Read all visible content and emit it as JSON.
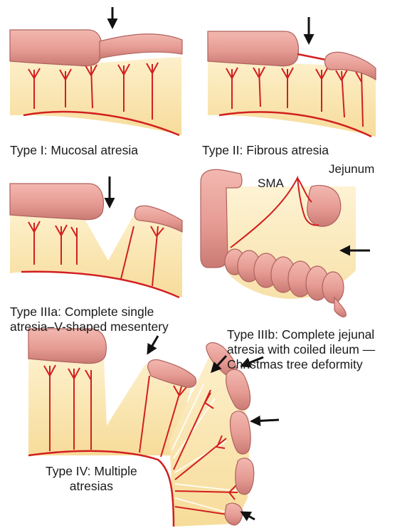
{
  "panels": {
    "type_i": {
      "caption": "Type I: Mucosal atresia"
    },
    "type_ii": {
      "caption": "Type II: Fibrous atresia"
    },
    "type_iiia": {
      "caption_lines": [
        "Type IIIa: Complete single",
        "atresia–V-shaped mesentery"
      ]
    },
    "type_iiib": {
      "caption_lines": [
        "Type IIIb: Complete jejunal",
        "atresia with coiled ileum —",
        "Christmas tree deformity"
      ],
      "label_sma": "SMA",
      "label_jejunum": "Jejunum"
    },
    "type_iv": {
      "caption_lines": [
        "Type IV: Multiple",
        "atresias"
      ]
    }
  },
  "colors": {
    "bowel": "#e8a29a",
    "bowel_stroke": "#b0625e",
    "mesentery": "#fbe7b4",
    "vessel": "#d21f1f",
    "arrow": "#111111"
  }
}
